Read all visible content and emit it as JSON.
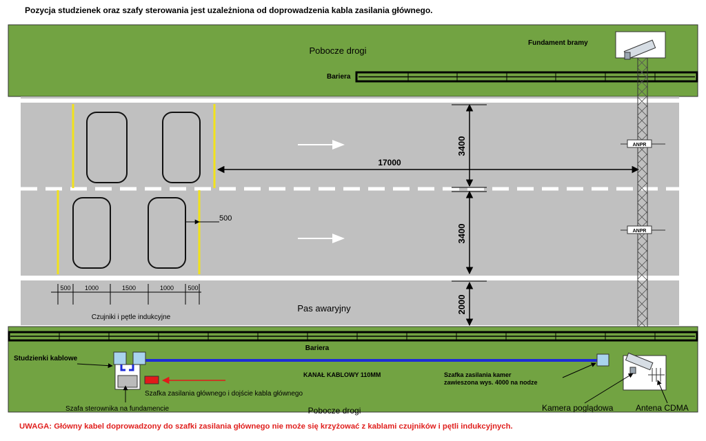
{
  "header": {
    "note": "Pozycja studzienek oraz szafy sterowania jest uzależniona od doprowadzenia kabla zasilania głównego."
  },
  "labels": {
    "road_side_top": "Pobocze drogi",
    "gate_foundation": "Fundament bramy",
    "barrier_top": "Bariera",
    "barrier_bottom": "Bariera",
    "lane_width_top": "3400",
    "lane_width_bottom": "3400",
    "shoulder_width": "2000",
    "gate_distance": "17000",
    "line_offset": "500",
    "anpr_1": "ANPR",
    "anpr_2": "ANPR",
    "emergency_lane": "Pas awaryjny",
    "sensors_caption": "Czujniki i pętle indukcyjne",
    "cable_wells": "Studzienki kablowe",
    "cable_channel": "KANAŁ KABLOWY 110MM",
    "camera_cabinet_line1": "Szafka zasilania kamer",
    "camera_cabinet_line2": "zawieszona wys. 4000 na nodze",
    "controller_cabinet": "Szafa sterownika na fundamencie",
    "main_power_cabinet": "Szafka zasilania głównego i dojście kabla głównego",
    "road_side_bottom": "Pobocze drogi",
    "overview_camera": "Kamera poglądowa",
    "cdma_antenna": "Antena CDMA"
  },
  "loop_dimensions": [
    "500",
    "1000",
    "1500",
    "1000",
    "500"
  ],
  "warning": "UWAGA: Główny kabel doprowadzony do szafki zasilania głównego nie może się krzyżować z kablami czujników i pętli indukcyjnych.",
  "colors": {
    "verge": "#72a342",
    "road": "#c0c0c0",
    "lane_line": "#ffffff",
    "edge_line_yellow": "#f2e21a",
    "cable_channel": "#1d2cd8",
    "power_box": "#e11a1a",
    "warning_text": "#e0201e",
    "cable_well": "#a9d3ee"
  }
}
